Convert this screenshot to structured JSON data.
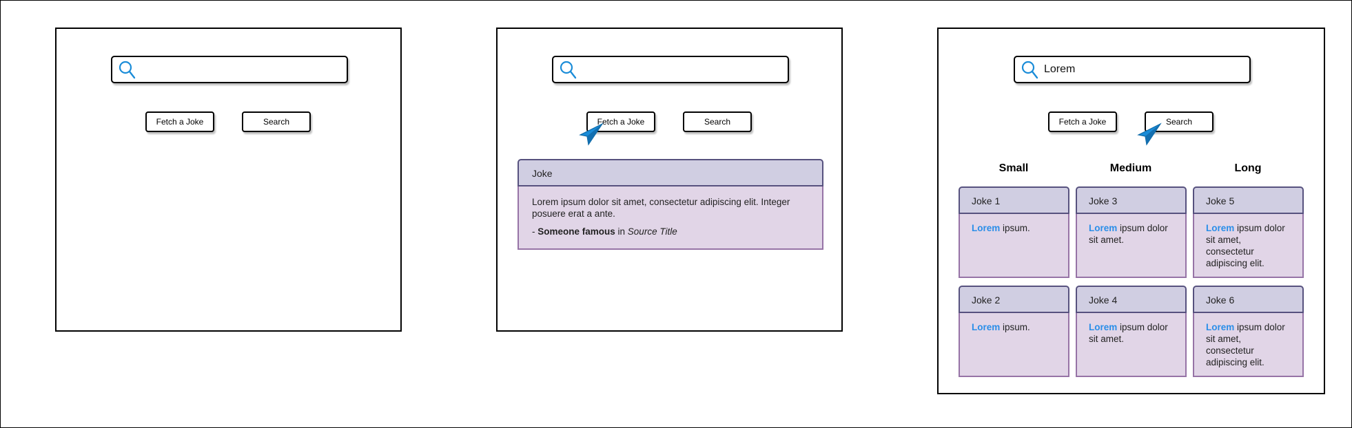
{
  "panel1": {
    "search_value": "",
    "fetch_label": "Fetch a Joke",
    "search_label": "Search"
  },
  "panel2": {
    "search_value": "",
    "fetch_label": "Fetch a Joke",
    "search_label": "Search",
    "joke_card": {
      "header": "Joke",
      "text": "Lorem ipsum dolor sit amet, consectetur adipiscing elit. Integer posuere erat a ante.",
      "attribution_prefix": "- ",
      "author": "Someone famous",
      "in_word": " in ",
      "source": "Source Title"
    }
  },
  "panel3": {
    "search_value": "Lorem",
    "fetch_label": "Fetch a Joke",
    "search_label": "Search",
    "columns": [
      "Small",
      "Medium",
      "Long"
    ],
    "jokes": [
      {
        "title": "Joke 1",
        "highlight": "Lorem",
        "rest": " ipsum."
      },
      {
        "title": "Joke 2",
        "highlight": "Lorem",
        "rest": " ipsum."
      },
      {
        "title": "Joke 3",
        "highlight": "Lorem",
        "rest": " ipsum dolor sit amet."
      },
      {
        "title": "Joke 4",
        "highlight": "Lorem",
        "rest": " ipsum dolor sit amet."
      },
      {
        "title": "Joke 5",
        "highlight": "Lorem",
        "rest": " ipsum dolor sit amet, consectetur adipiscing elit."
      },
      {
        "title": "Joke 6",
        "highlight": "Lorem",
        "rest": " ipsum dolor sit amet, consectetur adipiscing elit."
      }
    ]
  },
  "colors": {
    "card_header": "#d0cee2",
    "card_header_border": "#56517e",
    "card_body": "#e1d5e7",
    "card_body_border": "#9673a6",
    "highlight": "#2a8ee8",
    "cursor": "#1a8cd8"
  },
  "icons": {
    "search": "magnifier-icon",
    "cursor": "pointer-cursor-icon"
  }
}
